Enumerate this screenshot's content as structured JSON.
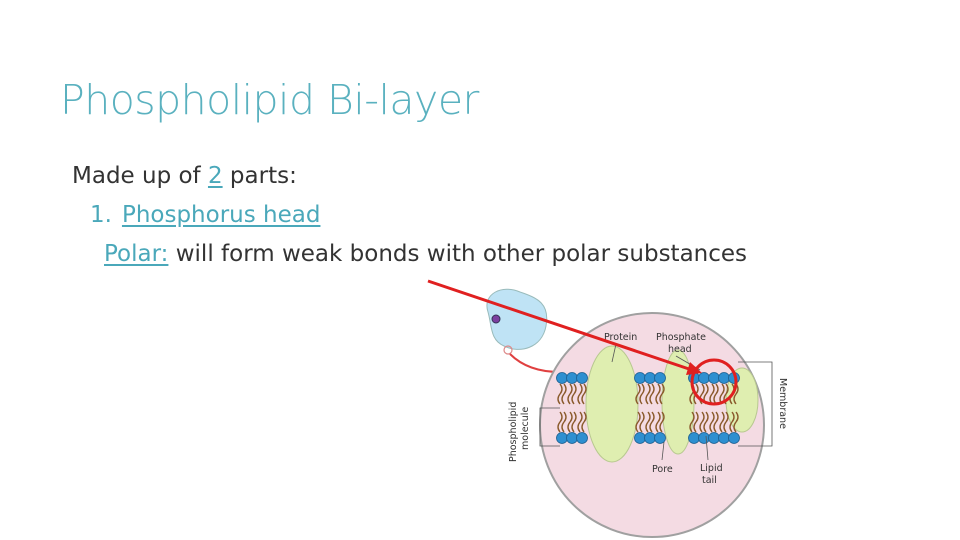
{
  "slide": {
    "title": "Phospholipid Bi-layer",
    "intro": {
      "before": "Made up of ",
      "count": "2",
      "after": " parts:"
    },
    "list_item_1": {
      "number": "1.",
      "label": "Phosphorus head"
    },
    "polar_note": {
      "term": "Polar:",
      "text": " will form weak bonds with other polar substances"
    }
  },
  "diagram": {
    "labels": {
      "protein": "Protein",
      "phosphate_line1": "Phosphate",
      "phosphate_line2": "head",
      "membrane": "Membrane",
      "phospholipid_line1": "Phospholipid",
      "phospholipid_line2": "molecule",
      "pore": "Pore",
      "lipid_line1": "Lipid",
      "lipid_line2": "tail"
    }
  },
  "colors": {
    "title": "#5ab1bf",
    "accent": "#4aa8ba",
    "body_text": "#333333",
    "pointer_arrow": "#e02020",
    "highlight_circle": "#e02020",
    "head_blue": "#2e8fd0",
    "cell_fill": "#f4dbe3",
    "protein_fill": "#dfeeb0",
    "vesicle_fill": "#bfe3f5"
  },
  "icons": {
    "pointer": "arrow-right-icon",
    "highlight": "circle-outline-icon"
  }
}
